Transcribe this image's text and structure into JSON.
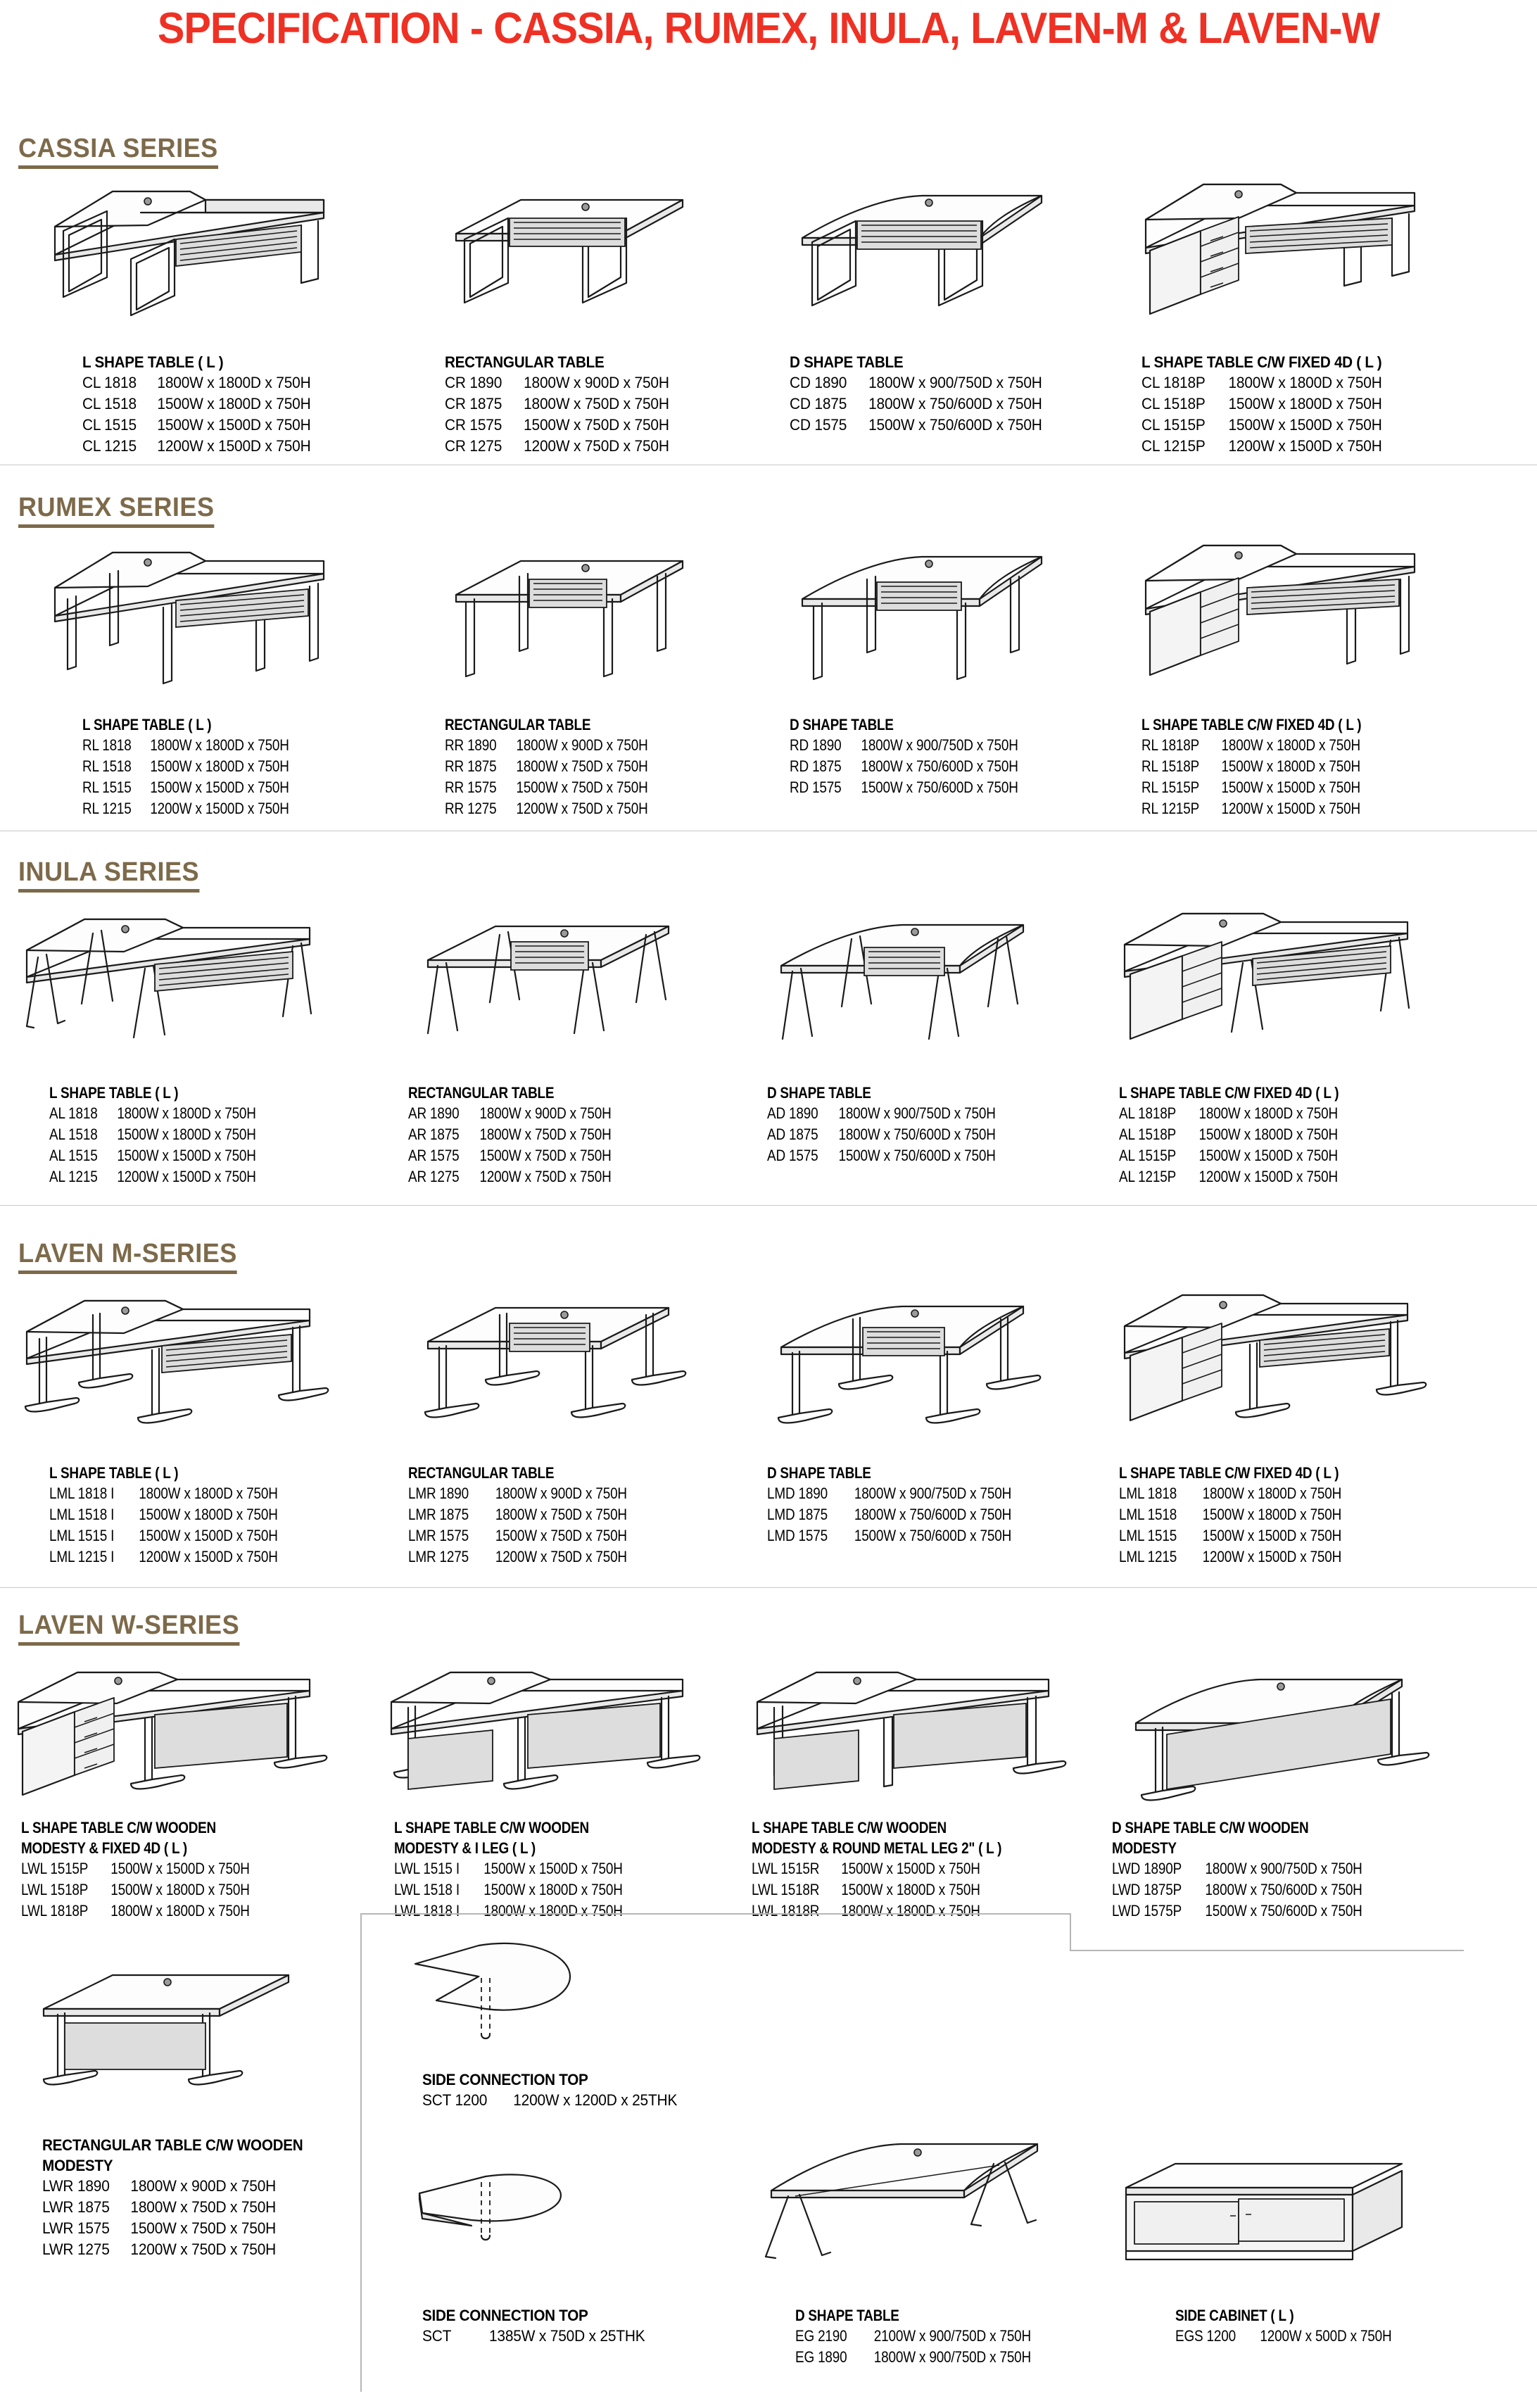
{
  "document": {
    "title": "SPECIFICATION - CASSIA, RUMEX, INULA, LAVEN-M & LAVEN-W"
  },
  "sections": [
    {
      "id": "cassia",
      "heading": "CASSIA SERIES",
      "columns": [
        {
          "icon": "l-shape-table-drawing",
          "title": "L SHAPE TABLE ( L )",
          "rows": [
            {
              "code": "CL 1818",
              "dim": "1800W x 1800D x 750H"
            },
            {
              "code": "CL 1518",
              "dim": "1500W x 1800D x 750H"
            },
            {
              "code": "CL 1515",
              "dim": "1500W x 1500D x 750H"
            },
            {
              "code": "CL 1215",
              "dim": "1200W x 1500D x 750H"
            }
          ]
        },
        {
          "icon": "rectangular-table-drawing",
          "title": "RECTANGULAR TABLE",
          "rows": [
            {
              "code": "CR 1890",
              "dim": "1800W x 900D x 750H"
            },
            {
              "code": "CR 1875",
              "dim": "1800W x 750D x 750H"
            },
            {
              "code": "CR 1575",
              "dim": "1500W x 750D x 750H"
            },
            {
              "code": "CR 1275",
              "dim": "1200W x 750D x 750H"
            }
          ]
        },
        {
          "icon": "d-shape-table-drawing",
          "title": "D SHAPE TABLE",
          "rows": [
            {
              "code": "CD 1890",
              "dim": "1800W x 900/750D x 750H"
            },
            {
              "code": "CD 1875",
              "dim": "1800W x 750/600D x 750H"
            },
            {
              "code": "CD 1575",
              "dim": "1500W x 750/600D x 750H"
            }
          ]
        },
        {
          "icon": "l-shape-table-fixed-4d-drawing",
          "title": "L SHAPE TABLE C/W FIXED 4D ( L )",
          "rows": [
            {
              "code": "CL 1818P",
              "dim": "1800W x 1800D x 750H"
            },
            {
              "code": "CL 1518P",
              "dim": "1500W x 1800D x 750H"
            },
            {
              "code": "CL 1515P",
              "dim": "1500W x 1500D x 750H"
            },
            {
              "code": "CL 1215P",
              "dim": "1200W x 1500D x 750H"
            }
          ]
        }
      ]
    },
    {
      "id": "rumex",
      "heading": "RUMEX SERIES",
      "columns": [
        {
          "icon": "l-shape-table-drawing",
          "title": "L SHAPE TABLE ( L )",
          "rows": [
            {
              "code": "RL 1818",
              "dim": "1800W x 1800D x 750H"
            },
            {
              "code": "RL 1518",
              "dim": "1500W x 1800D x 750H"
            },
            {
              "code": "RL 1515",
              "dim": "1500W x 1500D x 750H"
            },
            {
              "code": "RL 1215",
              "dim": "1200W x 1500D x 750H"
            }
          ]
        },
        {
          "icon": "rectangular-table-drawing",
          "title": "RECTANGULAR TABLE",
          "rows": [
            {
              "code": "RR 1890",
              "dim": "1800W x 900D x 750H"
            },
            {
              "code": "RR 1875",
              "dim": "1800W x 750D x 750H"
            },
            {
              "code": "RR 1575",
              "dim": "1500W x 750D x 750H"
            },
            {
              "code": "RR 1275",
              "dim": "1200W x 750D x 750H"
            }
          ]
        },
        {
          "icon": "d-shape-table-drawing",
          "title": "D SHAPE TABLE",
          "rows": [
            {
              "code": "RD 1890",
              "dim": "1800W x 900/750D x 750H"
            },
            {
              "code": "RD 1875",
              "dim": "1800W x 750/600D x 750H"
            },
            {
              "code": "RD 1575",
              "dim": "1500W x 750/600D x 750H"
            }
          ]
        },
        {
          "icon": "l-shape-table-fixed-4d-drawing",
          "title": "L SHAPE TABLE C/W FIXED 4D ( L )",
          "rows": [
            {
              "code": "RL 1818P",
              "dim": "1800W x 1800D x 750H"
            },
            {
              "code": "RL 1518P",
              "dim": "1500W x 1800D x 750H"
            },
            {
              "code": "RL 1515P",
              "dim": "1500W x 1500D x 750H"
            },
            {
              "code": "RL 1215P",
              "dim": "1200W x 1500D x 750H"
            }
          ]
        }
      ]
    },
    {
      "id": "inula",
      "heading": "INULA SERIES",
      "columns": [
        {
          "icon": "l-shape-table-drawing",
          "title": "L SHAPE TABLE ( L )",
          "rows": [
            {
              "code": "AL 1818",
              "dim": "1800W x 1800D x 750H"
            },
            {
              "code": "AL 1518",
              "dim": "1500W x 1800D x 750H"
            },
            {
              "code": "AL 1515",
              "dim": "1500W x 1500D x 750H"
            },
            {
              "code": "AL 1215",
              "dim": "1200W x 1500D x 750H"
            }
          ]
        },
        {
          "icon": "rectangular-table-drawing",
          "title": "RECTANGULAR TABLE",
          "rows": [
            {
              "code": "AR 1890",
              "dim": "1800W x 900D x 750H"
            },
            {
              "code": "AR 1875",
              "dim": "1800W x 750D x 750H"
            },
            {
              "code": "AR 1575",
              "dim": "1500W x 750D x 750H"
            },
            {
              "code": "AR 1275",
              "dim": "1200W x 750D x 750H"
            }
          ]
        },
        {
          "icon": "d-shape-table-drawing",
          "title": "D SHAPE TABLE",
          "rows": [
            {
              "code": "AD 1890",
              "dim": "1800W x 900/750D x 750H"
            },
            {
              "code": "AD 1875",
              "dim": "1800W x 750/600D x 750H"
            },
            {
              "code": "AD 1575",
              "dim": "1500W x 750/600D x 750H"
            }
          ]
        },
        {
          "icon": "l-shape-table-fixed-4d-drawing",
          "title": "L SHAPE TABLE C/W FIXED 4D ( L )",
          "rows": [
            {
              "code": "AL 1818P",
              "dim": "1800W x 1800D x 750H"
            },
            {
              "code": "AL 1518P",
              "dim": "1500W x 1800D x 750H"
            },
            {
              "code": "AL 1515P",
              "dim": "1500W x 1500D x 750H"
            },
            {
              "code": "AL 1215P",
              "dim": "1200W x 1500D x 750H"
            }
          ]
        }
      ]
    },
    {
      "id": "laven-m",
      "heading": "LAVEN M-SERIES",
      "columns": [
        {
          "icon": "l-shape-table-drawing",
          "title": "L SHAPE TABLE ( L )",
          "rows": [
            {
              "code": "LML 1818 I",
              "dim": "1800W x 1800D x 750H"
            },
            {
              "code": "LML 1518 I",
              "dim": "1500W x 1800D x 750H"
            },
            {
              "code": "LML 1515 I",
              "dim": "1500W x 1500D x 750H"
            },
            {
              "code": "LML 1215 I",
              "dim": "1200W x 1500D x 750H"
            }
          ]
        },
        {
          "icon": "rectangular-table-drawing",
          "title": "RECTANGULAR TABLE",
          "rows": [
            {
              "code": "LMR 1890",
              "dim": "1800W x 900D x 750H"
            },
            {
              "code": "LMR 1875",
              "dim": "1800W x 750D x 750H"
            },
            {
              "code": "LMR 1575",
              "dim": "1500W x 750D x 750H"
            },
            {
              "code": "LMR 1275",
              "dim": "1200W x 750D x 750H"
            }
          ]
        },
        {
          "icon": "d-shape-table-drawing",
          "title": "D SHAPE TABLE",
          "rows": [
            {
              "code": "LMD 1890",
              "dim": "1800W x 900/750D x 750H"
            },
            {
              "code": "LMD 1875",
              "dim": "1800W x 750/600D x 750H"
            },
            {
              "code": "LMD 1575",
              "dim": "1500W x 750/600D x 750H"
            }
          ]
        },
        {
          "icon": "l-shape-table-fixed-4d-drawing",
          "title": "L SHAPE TABLE C/W FIXED 4D ( L )",
          "rows": [
            {
              "code": "LML 1818",
              "dim": "1800W x 1800D x 750H"
            },
            {
              "code": "LML 1518",
              "dim": "1500W x 1800D x 750H"
            },
            {
              "code": "LML 1515",
              "dim": "1500W x 1500D x 750H"
            },
            {
              "code": "LML 1215",
              "dim": "1200W x 1500D x 750H"
            }
          ]
        }
      ]
    },
    {
      "id": "laven-w",
      "heading": "LAVEN W-SERIES",
      "columns": [
        {
          "icon": "l-shape-table-wooden-modesty-fixed-4d-drawing",
          "title": "L SHAPE TABLE C/W WOODEN",
          "title2": "MODESTY & FIXED 4D ( L )",
          "rows": [
            {
              "code": "LWL 1515P",
              "dim": "1500W x 1500D x 750H"
            },
            {
              "code": "LWL 1518P",
              "dim": "1500W x 1800D x 750H"
            },
            {
              "code": "LWL 1818P",
              "dim": "1800W x 1800D x 750H"
            }
          ]
        },
        {
          "icon": "l-shape-table-wooden-modesty-i-leg-drawing",
          "title": "L SHAPE TABLE C/W WOODEN",
          "title2": "MODESTY & I LEG ( L )",
          "rows": [
            {
              "code": "LWL 1515 I",
              "dim": "1500W x 1500D x 750H"
            },
            {
              "code": "LWL 1518 I",
              "dim": "1500W x 1800D x 750H"
            },
            {
              "code": "LWL 1818 I",
              "dim": "1800W x 1800D x 750H"
            }
          ]
        },
        {
          "icon": "l-shape-table-wooden-modesty-round-leg-drawing",
          "title": "L SHAPE TABLE C/W WOODEN",
          "title2": "MODESTY & ROUND METAL LEG 2\" ( L )",
          "rows": [
            {
              "code": "LWL 1515R",
              "dim": "1500W x 1500D x 750H"
            },
            {
              "code": "LWL 1518R",
              "dim": "1500W x 1800D x 750H"
            },
            {
              "code": "LWL 1818R",
              "dim": "1800W x 1800D x 750H"
            }
          ]
        },
        {
          "icon": "d-shape-table-wooden-modesty-drawing",
          "title": "D SHAPE TABLE C/W WOODEN",
          "title2": "MODESTY",
          "rows": [
            {
              "code": "LWD 1890P",
              "dim": "1800W x 900/750D x 750H"
            },
            {
              "code": "LWD 1875P",
              "dim": "1800W x 750/600D x 750H"
            },
            {
              "code": "LWD 1575P",
              "dim": "1500W x 750/600D x 750H"
            }
          ]
        }
      ],
      "columns2": [
        {
          "icon": "rectangular-table-wooden-modesty-drawing",
          "title": "RECTANGULAR TABLE C/W WOODEN",
          "title2": "MODESTY",
          "rows": [
            {
              "code": "LWR 1890",
              "dim": "1800W x 900D x 750H"
            },
            {
              "code": "LWR 1875",
              "dim": "1800W x 750D x 750H"
            },
            {
              "code": "LWR 1575",
              "dim": "1500W x 750D x 750H"
            },
            {
              "code": "LWR 1275",
              "dim": "1200W x 750D x 750H"
            }
          ]
        },
        {
          "icon": "side-connection-top-round-drawing",
          "title": "SIDE CONNECTION TOP",
          "rows": [
            {
              "code": "SCT 1200",
              "dim": "1200W x 1200D x 25THK"
            }
          ]
        },
        {
          "icon": "side-connection-top-half-drawing",
          "title": "SIDE CONNECTION TOP",
          "rows": [
            {
              "code": "SCT",
              "dim": "1385W x 750D x 25THK"
            }
          ]
        },
        {
          "icon": "d-shape-table-drawing",
          "title": "D SHAPE TABLE",
          "rows": [
            {
              "code": "EG 2190",
              "dim": "2100W x 900/750D x 750H"
            },
            {
              "code": "EG 1890",
              "dim": "1800W x 900/750D x 750H"
            }
          ]
        },
        {
          "icon": "side-cabinet-drawing",
          "title": "SIDE CABINET ( L )",
          "rows": [
            {
              "code": "EGS 1200",
              "dim": "1200W x 500D x 750H"
            }
          ]
        }
      ]
    }
  ],
  "colors": {
    "title_red": "#ee3124",
    "section_brown": "#7d6a4a",
    "line_black": "#1a1a1a",
    "divider_grey": "#c9c9c9"
  }
}
